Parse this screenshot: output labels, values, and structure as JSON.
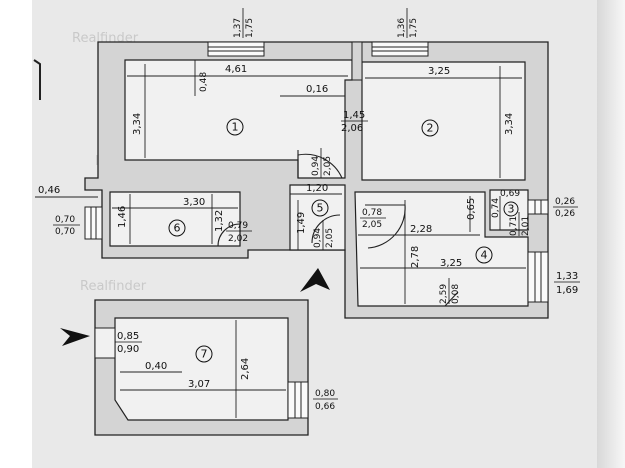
{
  "watermark": "Realfinder",
  "rooms": [
    {
      "no": "1",
      "width": "4,61",
      "height": "3,34"
    },
    {
      "no": "2",
      "width": "3,25",
      "height": "3,34"
    },
    {
      "no": "3"
    },
    {
      "no": "4",
      "width": "3,25",
      "height": "2,78"
    },
    {
      "no": "5"
    },
    {
      "no": "6",
      "width": "3,30",
      "height": "1,46"
    },
    {
      "no": "7",
      "width": "3,07",
      "height": "2,64"
    }
  ],
  "dimensions": {
    "win1": [
      "1,37",
      "1,75"
    ],
    "win2": [
      "1,36",
      "1,75"
    ],
    "d048": "0,48",
    "d016": "0,16",
    "door12": [
      "1,45",
      "2,06"
    ],
    "door_hall": [
      "0,94",
      "2,05"
    ],
    "d120": "1,20",
    "d046": "0,46",
    "win6": [
      "0,70",
      "0,70"
    ],
    "door6": [
      "0,79",
      "2,02"
    ],
    "d132": "1,32",
    "d149": "1,49",
    "door5": [
      "0,94",
      "2,05"
    ],
    "door4": [
      "0,78",
      "2,05"
    ],
    "d228": "2,28",
    "d065": "0,65",
    "bath": [
      "0,69",
      "0,74"
    ],
    "door3": [
      "0,71",
      "2,01"
    ],
    "win3": [
      "0,26",
      "0,26"
    ],
    "win4": [
      "1,33",
      "1,69"
    ],
    "d259": [
      "2,59",
      "0,08"
    ],
    "door7": [
      "0,85",
      "0,90"
    ],
    "d040": "0,40",
    "win7": [
      "0,80",
      "0,66"
    ]
  }
}
